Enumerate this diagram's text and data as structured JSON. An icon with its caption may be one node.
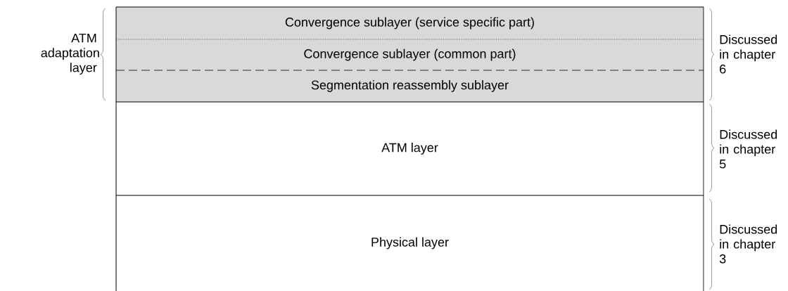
{
  "diagram": {
    "nodes": [
      {
        "text": [
          "Convergence sublayer (service specific part)"
        ]
      },
      {
        "text": [
          "Convergence sublayer (common part)"
        ]
      },
      {
        "text": [
          "Segmentation reassembly sublayer"
        ]
      },
      {
        "text": [
          "ATM  layer"
        ]
      },
      {
        "text": [
          "Physical layer"
        ]
      }
    ],
    "labels": [
      "ATM adaptation layer",
      "Discussed in chapter 6",
      "Discussed in chapter 5",
      "Discussed in chapter 3"
    ]
  }
}
